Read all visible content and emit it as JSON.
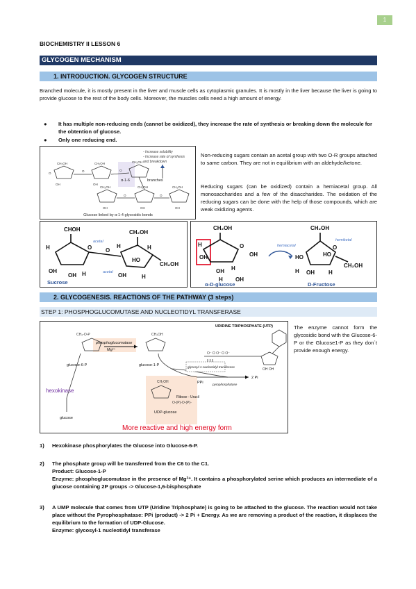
{
  "page_number": "1",
  "lesson_title": "BIOCHEMISTRY II LESSON 6",
  "main_title": "GLYCOGEN MECHANISM",
  "section1": {
    "heading": "1.   INTRODUCTION. GLYCOGEN STRUCTURE",
    "intro": "Branched molecule, it is mostly present in the liver and muscle cells as cytoplasmic granules. It is mostly in the liver because the liver is going to provide glucose to the rest of the body cells. Moreover, the muscles cells need a high amount of energy.",
    "bullets": [
      "It has multiple non-reducing ends (cannot be oxidized), they increase the rate of synthesis or breaking down the molecule for the obtention of glucose.",
      "Only one reducing end."
    ],
    "nonreducing_text": "Non-reducing sugars contain an acetal group with two O-R groups attached to same carbon. They are not in equilibrium with an aldehyde/ketone.",
    "reducing_text": "Reducing sugars (can be oxidized) contain a hemiacetal group. All monosaccharides and a few of the disaccharides. The oxidation of the reducing sugars can be done with the help of those compounds, which are weak oxidizing agents.",
    "figure1": {
      "note1": "- Increase solubility",
      "note2": "- Increase rate of synthesis",
      "note3": "  and breakdown",
      "branch_label": "α-1-6",
      "branches_label": "branches",
      "caption": "Glucose linked by α-1-4 glycosidic bonds"
    },
    "figure2": {
      "sucrose": "Sucrose",
      "acetal": "acetal",
      "acetal2": "acetal"
    },
    "figure3": {
      "glucose": "α-D-glucose",
      "fructose": "D-Fructose",
      "hemiacetal1": "hemiacetal",
      "hemiacetal2": "hemiketal"
    }
  },
  "section2": {
    "heading": "2.   GLYCOGENESIS. REACTIONS OF THE PATHWAY (3 steps)",
    "step1": "STEP 1: PHOSPHOGLUCOMUTASE AND NUCLEOTIDYL TRANSFERASE",
    "side_text": "The enzyme cannot form the glycosidic bond with the Glucose-6-P or the Glucose1-P as they don´t provide enough energy.",
    "figure": {
      "utp": "URIDINE TRIPHOSPHATE (UTP)",
      "phosphoglucomutase": "phosphoglucomutase",
      "mg": "Mg²⁺",
      "glucose6p": "glucose-6-P",
      "glucose1p": "glucose-1-P",
      "transferase": "glycosyl-1-nucleotidyl transferase",
      "ppi": "PPi",
      "pyrophosphatase": "pyrophosphatase",
      "twopi": "2 Pi",
      "hexokinase": "hexokinase",
      "glucose": "glucose",
      "udpglucose": "UDP-glucose",
      "ribose": "Ribose - Uracil",
      "bottom": "More reactive and high energy form"
    }
  },
  "items": [
    {
      "num": "1)",
      "lines": [
        {
          "text": "Hexokinase phosphorylates the Glucose into Glucose-6-P."
        }
      ]
    },
    {
      "num": "2)",
      "lines": [
        {
          "text": "The phosphate group will be transferred from the C6 to the C1."
        },
        {
          "text": "Product: Glucose-1-P"
        },
        {
          "text": "Enzyme: phosphoglucomutase in the presence of Mg²⁺. It contains a phosphorylated serine which produces an intermediate of a glucose containing 2P groups -> Glucose-1,6-bisphosphate"
        }
      ]
    },
    {
      "num": "3)",
      "lines": [
        {
          "text": "A UMP molecule that comes from UTP (Uridine Triphosphate) is going to be attached to the glucose. The reaction would not take place without the Pyrophosphatase: PPi (product) -> 2 Pi + Energy. As we are removing a product of the reaction, it displaces the equilibrium to the formation of UDP-Glucose."
        },
        {
          "text": "Enzyme: glycosyl-1 nucleotidyl transferase"
        }
      ]
    }
  ],
  "colors": {
    "navy": "#1f3864",
    "light_blue": "#9dc3e6",
    "pale_blue": "#deeaf6",
    "green": "#a8d08d",
    "red": "#e0001b"
  }
}
